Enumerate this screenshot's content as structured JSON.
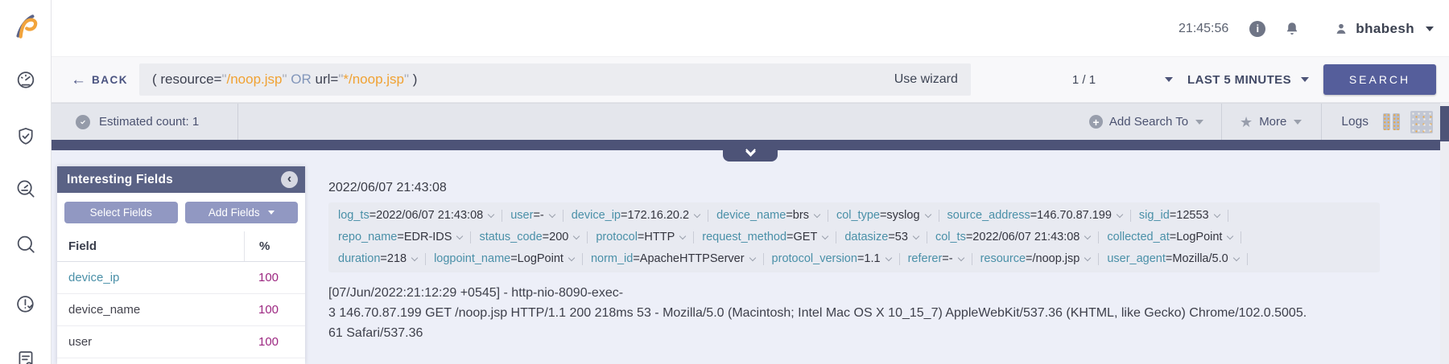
{
  "topbar": {
    "time": "21:45:56",
    "username": "bhabesh"
  },
  "search_bar": {
    "back": "BACK",
    "query_parts": [
      {
        "text": "( resource=",
        "type": "plain"
      },
      {
        "text": "\"",
        "type": "quote"
      },
      {
        "text": "/noop.jsp",
        "type": "string"
      },
      {
        "text": "\"",
        "type": "quote"
      },
      {
        "text": " OR ",
        "type": "operator"
      },
      {
        "text": "url=",
        "type": "plain"
      },
      {
        "text": "\"",
        "type": "quote"
      },
      {
        "text": "*/noop.jsp",
        "type": "string"
      },
      {
        "text": "\"",
        "type": "quote"
      },
      {
        "text": " )",
        "type": "plain"
      }
    ],
    "use_wizard": "Use wizard",
    "pager": "1 / 1",
    "time_range": "LAST 5 MINUTES",
    "search": "SEARCH"
  },
  "status_bar": {
    "estimated_count": "Estimated count: 1",
    "add_search_to": "Add Search To",
    "more": "More",
    "logs": "Logs"
  },
  "sidebar": {
    "items": [
      {
        "name": "dashboard",
        "icon": "gauge-icon"
      },
      {
        "name": "compliance",
        "icon": "shield-check-icon"
      },
      {
        "name": "search-analytics",
        "icon": "magnifier-gauge-icon"
      },
      {
        "name": "search",
        "icon": "search-icon"
      },
      {
        "name": "incident",
        "icon": "clock-alert-icon"
      },
      {
        "name": "report",
        "icon": "report-icon"
      }
    ]
  },
  "fields_panel": {
    "title": "Interesting Fields",
    "select_fields": "Select Fields",
    "add_fields": "Add Fields",
    "columns": {
      "field": "Field",
      "percent": "%"
    },
    "rows": [
      {
        "field": "device_ip",
        "percent": "100",
        "highlighted": true
      },
      {
        "field": "device_name",
        "percent": "100",
        "highlighted": false
      },
      {
        "field": "user",
        "percent": "100",
        "highlighted": false
      }
    ]
  },
  "log_entry": {
    "timestamp": "2022/06/07 21:43:08",
    "tag_rows": [
      [
        {
          "name": "log_ts",
          "value": "2022/06/07 21:43:08"
        },
        {
          "name": "user",
          "value": "-"
        },
        {
          "name": "device_ip",
          "value": "172.16.20.2"
        },
        {
          "name": "device_name",
          "value": "brs"
        },
        {
          "name": "col_type",
          "value": "syslog"
        },
        {
          "name": "source_address",
          "value": "146.70.87.199"
        },
        {
          "name": "sig_id",
          "value": "12553"
        }
      ],
      [
        {
          "name": "repo_name",
          "value": "EDR-IDS"
        },
        {
          "name": "status_code",
          "value": "200"
        },
        {
          "name": "protocol",
          "value": "HTTP"
        },
        {
          "name": "request_method",
          "value": "GET"
        },
        {
          "name": "datasize",
          "value": "53"
        },
        {
          "name": "col_ts",
          "value": "2022/06/07 21:43:08"
        },
        {
          "name": "collected_at",
          "value": "LogPoint"
        }
      ],
      [
        {
          "name": "duration",
          "value": "218"
        },
        {
          "name": "logpoint_name",
          "value": "LogPoint"
        },
        {
          "name": "norm_id",
          "value": "ApacheHTTPServer"
        },
        {
          "name": "protocol_version",
          "value": "1.1"
        },
        {
          "name": "referer",
          "value": "-"
        },
        {
          "name": "resource",
          "value": "/noop.jsp"
        },
        {
          "name": "user_agent",
          "value": "Mozilla/5.0"
        }
      ]
    ],
    "raw_lines": [
      "[07/Jun/2022:21:12:29 +0545] - http-nio-8090-exec-",
      "3 146.70.87.199 GET /noop.jsp HTTP/1.1 200 218ms 53 - Mozilla/5.0 (Macintosh; Intel Mac OS X 10_15_7) AppleWebKit/537.36 (KHTML, like Gecko) Chrome/102.0.5005.",
      "61 Safari/537.36"
    ]
  },
  "colors": {
    "accent_orange": "#f0a233",
    "operator_blue": "#8296ba",
    "field_teal": "#4a90a8",
    "percent_magenta": "#9c2781",
    "panel_slate": "#5a6285",
    "button_indigo": "#555e9b"
  }
}
